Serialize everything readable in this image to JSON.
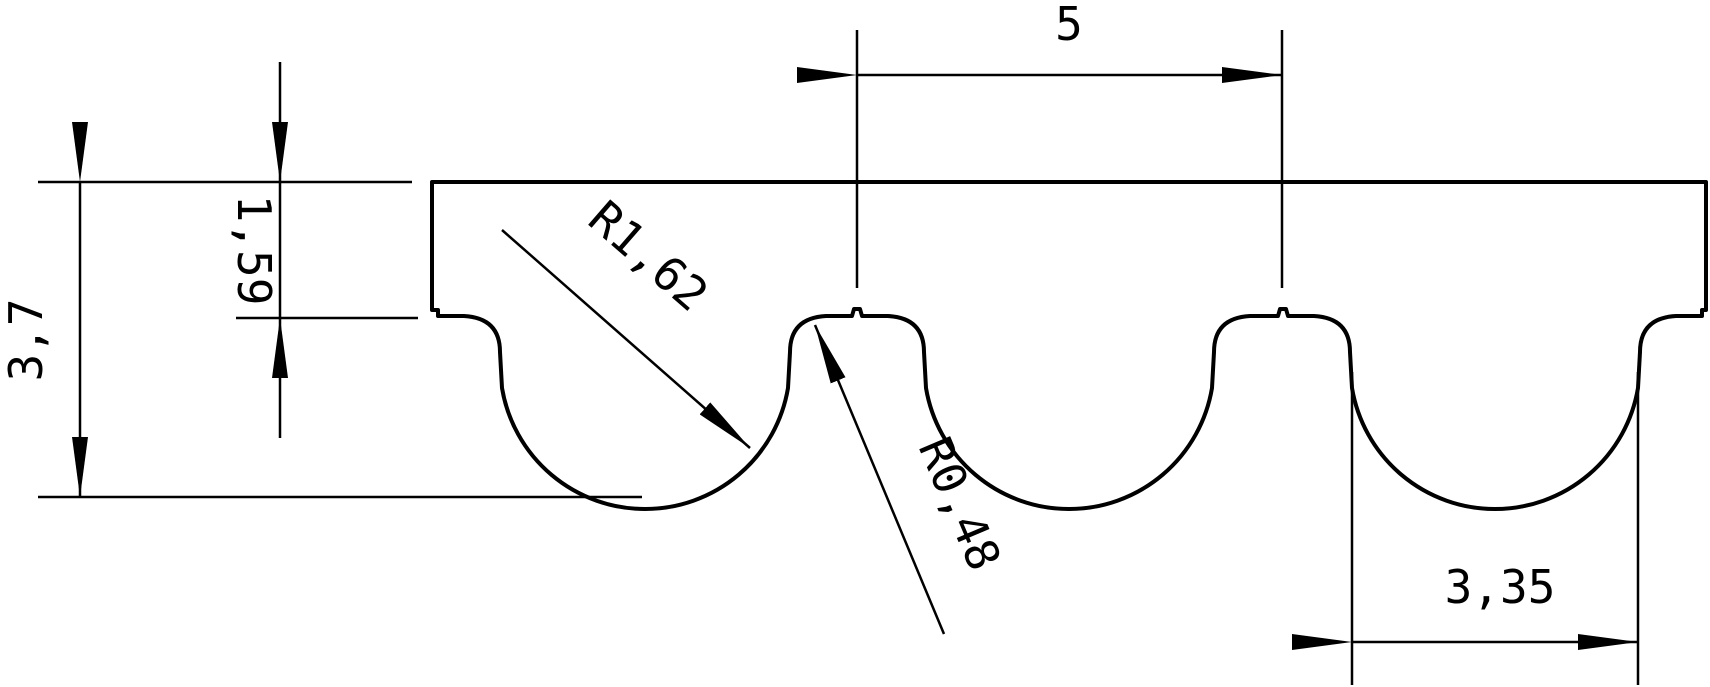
{
  "drawing": {
    "stroke_color": "#000000",
    "background_color": "#ffffff",
    "dimensions": {
      "pitch": "5",
      "total_height": "3,7",
      "tooth_height": "1,59",
      "tooth_radius": "R1,62",
      "root_radius": "R0,48",
      "tooth_width": "3,35"
    }
  }
}
